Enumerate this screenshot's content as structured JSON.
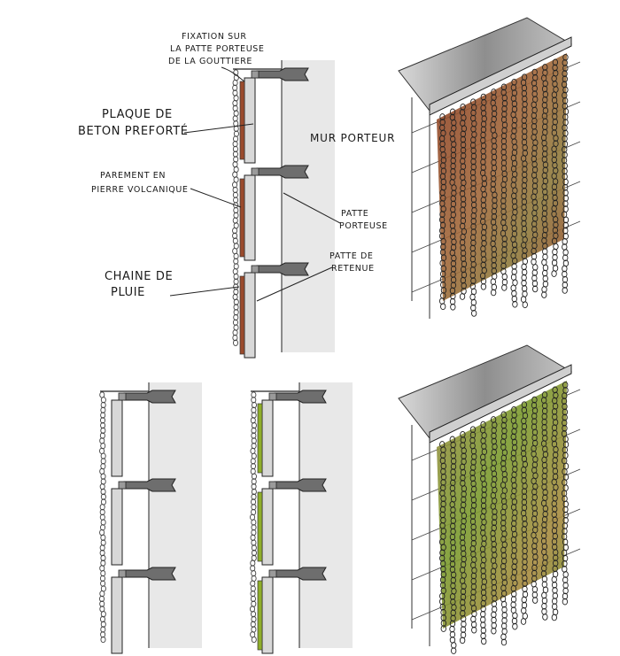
{
  "labels": {
    "fixation": [
      "FIXATION SUR",
      "LA PATTE PORTEUSE",
      "DE LA GOUTTIERE"
    ],
    "plaque": [
      "PLAQUE DE",
      "BETON PREFORTÉ"
    ],
    "mur": "MUR PORTEUR",
    "parement": [
      "PAREMENT EN",
      "PIERRE VOLCANIQUE"
    ],
    "patte_porteuse": [
      "PATTE",
      "PORTEUSE"
    ],
    "patte_retenue": [
      "PATTE DE",
      "RETENUE"
    ],
    "chaine": [
      "CHAINE DE",
      "PLUIE"
    ]
  },
  "colors": {
    "ink": "#1a1a1a",
    "wall": "#e8e8e8",
    "bracket": "#6e6e6e",
    "rust": "#9a4a2c",
    "moss": "#8fae2a",
    "chain": "#c9a26a"
  },
  "views": [
    "section-main",
    "section-variant-a",
    "section-variant-b",
    "perspective-rust",
    "perspective-moss"
  ]
}
